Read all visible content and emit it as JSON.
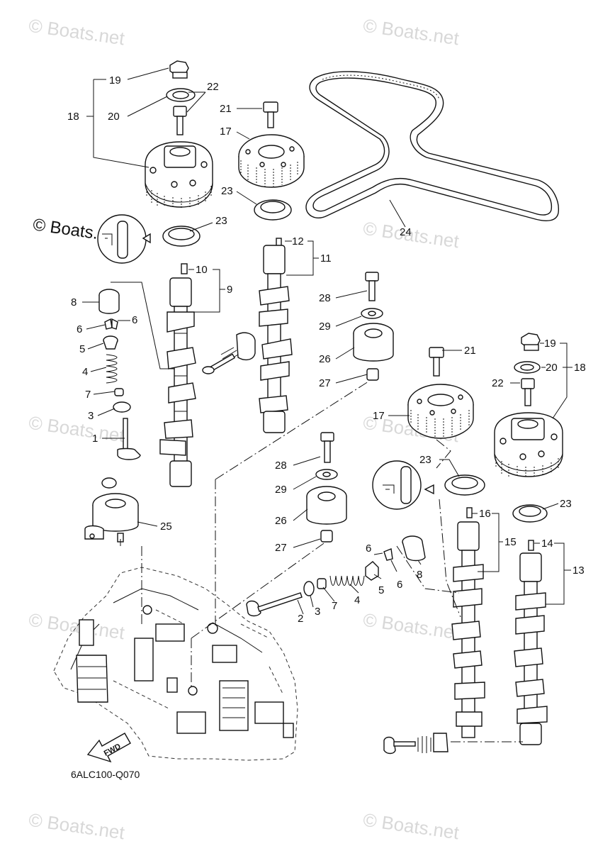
{
  "watermarks": {
    "text": "© Boats.net",
    "positions_note": ""
  },
  "part_code": "6ALC100-Q070",
  "fwd_label": "FWD",
  "callouts": {
    "c1": "1",
    "c2": "2",
    "c3a": "3",
    "c3b": "3",
    "c4a": "4",
    "c4b": "4",
    "c5a": "5",
    "c5b": "5",
    "c6a": "6",
    "c6b": "6",
    "c6c": "6",
    "c6d": "6",
    "c7a": "7",
    "c7b": "7",
    "c8a": "8",
    "c8b": "8",
    "c9": "9",
    "c10": "10",
    "c11": "11",
    "c12": "12",
    "c13": "13",
    "c14": "14",
    "c15": "15",
    "c16": "16",
    "c17a": "17",
    "c17b": "17",
    "c18a": "18",
    "c18b": "18",
    "c19a": "19",
    "c19b": "19",
    "c20a": "20",
    "c20b": "20",
    "c21a": "21",
    "c21b": "21",
    "c22a": "22",
    "c22b": "22",
    "c23a": "23",
    "c23b": "23",
    "c23c": "23",
    "c23d": "23",
    "c24": "24",
    "c25": "25",
    "c26a": "26",
    "c26b": "26",
    "c27a": "27",
    "c27b": "27",
    "c28a": "28",
    "c28b": "28",
    "c29a": "29",
    "c29b": "29"
  }
}
